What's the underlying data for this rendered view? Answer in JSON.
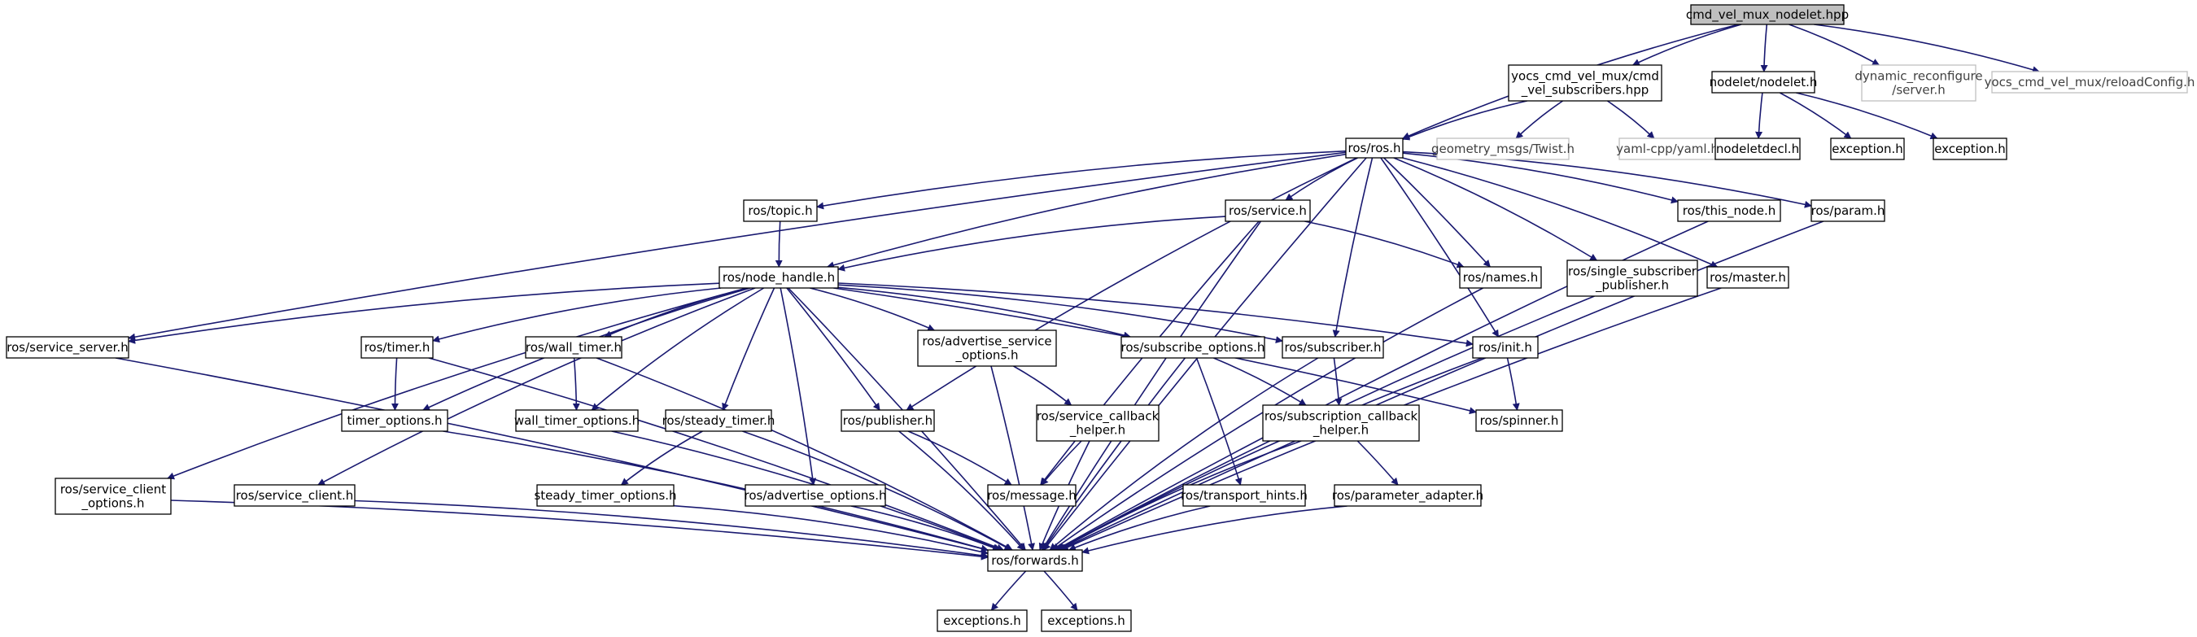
{
  "colors": {
    "edge": "#191970",
    "node_border": "#000000",
    "root_fill": "#bfbfbf",
    "external_border": "#bfbfbf",
    "node_fill": "#ffffff",
    "external_text": "#404040"
  },
  "nodes": [
    {
      "id": "root",
      "lines": [
        "cmd_vel_mux_nodelet.hpp"
      ],
      "style": "root"
    },
    {
      "id": "subs",
      "lines": [
        "yocs_cmd_vel_mux/cmd",
        "_vel_subscribers.hpp"
      ],
      "style": "normal"
    },
    {
      "id": "nodelet",
      "lines": [
        "nodelet/nodelet.h"
      ],
      "style": "normal"
    },
    {
      "id": "dynrec",
      "lines": [
        "dynamic_reconfigure",
        "/server.h"
      ],
      "style": "external"
    },
    {
      "id": "reload",
      "lines": [
        "yocs_cmd_vel_mux/reloadConfig.h"
      ],
      "style": "external"
    },
    {
      "id": "ros",
      "lines": [
        "ros/ros.h"
      ],
      "style": "normal"
    },
    {
      "id": "twist",
      "lines": [
        "geometry_msgs/Twist.h"
      ],
      "style": "external"
    },
    {
      "id": "yaml",
      "lines": [
        "yaml-cpp/yaml.h"
      ],
      "style": "external"
    },
    {
      "id": "decl",
      "lines": [
        "nodeletdecl.h"
      ],
      "style": "normal"
    },
    {
      "id": "exc1",
      "lines": [
        "exception.h"
      ],
      "style": "normal"
    },
    {
      "id": "exc2",
      "lines": [
        "exception.h"
      ],
      "style": "normal"
    },
    {
      "id": "topic",
      "lines": [
        "ros/topic.h"
      ],
      "style": "normal"
    },
    {
      "id": "service",
      "lines": [
        "ros/service.h"
      ],
      "style": "normal"
    },
    {
      "id": "thisnode",
      "lines": [
        "ros/this_node.h"
      ],
      "style": "normal"
    },
    {
      "id": "param",
      "lines": [
        "ros/param.h"
      ],
      "style": "normal"
    },
    {
      "id": "nh",
      "lines": [
        "ros/node_handle.h"
      ],
      "style": "normal"
    },
    {
      "id": "names",
      "lines": [
        "ros/names.h"
      ],
      "style": "normal"
    },
    {
      "id": "ssp",
      "lines": [
        "ros/single_subscriber",
        "_publisher.h"
      ],
      "style": "normal"
    },
    {
      "id": "master",
      "lines": [
        "ros/master.h"
      ],
      "style": "normal"
    },
    {
      "id": "srvserver",
      "lines": [
        "ros/service_server.h"
      ],
      "style": "normal"
    },
    {
      "id": "timer",
      "lines": [
        "ros/timer.h"
      ],
      "style": "normal"
    },
    {
      "id": "walltimer",
      "lines": [
        "ros/wall_timer.h"
      ],
      "style": "normal"
    },
    {
      "id": "advsrv",
      "lines": [
        "ros/advertise_service",
        "_options.h"
      ],
      "style": "normal"
    },
    {
      "id": "subopt",
      "lines": [
        "ros/subscribe_options.h"
      ],
      "style": "normal"
    },
    {
      "id": "subscriber",
      "lines": [
        "ros/subscriber.h"
      ],
      "style": "normal"
    },
    {
      "id": "init",
      "lines": [
        "ros/init.h"
      ],
      "style": "normal"
    },
    {
      "id": "timeropt",
      "lines": [
        "timer_options.h"
      ],
      "style": "normal"
    },
    {
      "id": "walltimeropt",
      "lines": [
        "wall_timer_options.h"
      ],
      "style": "normal"
    },
    {
      "id": "steadytimer",
      "lines": [
        "ros/steady_timer.h"
      ],
      "style": "normal"
    },
    {
      "id": "publisher",
      "lines": [
        "ros/publisher.h"
      ],
      "style": "normal"
    },
    {
      "id": "srvcb",
      "lines": [
        "ros/service_callback",
        "_helper.h"
      ],
      "style": "normal"
    },
    {
      "id": "subcb",
      "lines": [
        "ros/subscription_callback",
        "_helper.h"
      ],
      "style": "normal"
    },
    {
      "id": "spinner",
      "lines": [
        "ros/spinner.h"
      ],
      "style": "normal"
    },
    {
      "id": "scopt",
      "lines": [
        "ros/service_client",
        "_options.h"
      ],
      "style": "normal"
    },
    {
      "id": "srvclient",
      "lines": [
        "ros/service_client.h"
      ],
      "style": "normal"
    },
    {
      "id": "steadyopt",
      "lines": [
        "steady_timer_options.h"
      ],
      "style": "normal"
    },
    {
      "id": "advopt",
      "lines": [
        "ros/advertise_options.h"
      ],
      "style": "normal"
    },
    {
      "id": "message",
      "lines": [
        "ros/message.h"
      ],
      "style": "normal"
    },
    {
      "id": "transport",
      "lines": [
        "ros/transport_hints.h"
      ],
      "style": "normal"
    },
    {
      "id": "paramadapter",
      "lines": [
        "ros/parameter_adapter.h"
      ],
      "style": "normal"
    },
    {
      "id": "forwards",
      "lines": [
        "ros/forwards.h"
      ],
      "style": "normal"
    },
    {
      "id": "exceptions1",
      "lines": [
        "exceptions.h"
      ],
      "style": "normal"
    },
    {
      "id": "exceptions2",
      "lines": [
        "exceptions.h"
      ],
      "style": "normal"
    }
  ],
  "edges": [
    [
      "root",
      "ros"
    ],
    [
      "root",
      "subs"
    ],
    [
      "root",
      "nodelet"
    ],
    [
      "root",
      "dynrec"
    ],
    [
      "root",
      "reload"
    ],
    [
      "subs",
      "ros"
    ],
    [
      "subs",
      "twist"
    ],
    [
      "subs",
      "yaml"
    ],
    [
      "nodelet",
      "decl"
    ],
    [
      "nodelet",
      "exc1"
    ],
    [
      "nodelet",
      "exc2"
    ],
    [
      "ros",
      "topic"
    ],
    [
      "ros",
      "nh"
    ],
    [
      "ros",
      "service"
    ],
    [
      "ros",
      "thisnode"
    ],
    [
      "ros",
      "param"
    ],
    [
      "ros",
      "names"
    ],
    [
      "ros",
      "ssp"
    ],
    [
      "ros",
      "master"
    ],
    [
      "ros",
      "srvserver"
    ],
    [
      "ros",
      "subscriber"
    ],
    [
      "ros",
      "init"
    ],
    [
      "ros",
      "publisher"
    ],
    [
      "ros",
      "forwards"
    ],
    [
      "topic",
      "nh"
    ],
    [
      "service",
      "nh"
    ],
    [
      "service",
      "names"
    ],
    [
      "service",
      "message"
    ],
    [
      "service",
      "forwards"
    ],
    [
      "nh",
      "srvserver"
    ],
    [
      "nh",
      "timer"
    ],
    [
      "nh",
      "walltimer"
    ],
    [
      "nh",
      "advsrv"
    ],
    [
      "nh",
      "subopt"
    ],
    [
      "nh",
      "subscriber"
    ],
    [
      "nh",
      "init"
    ],
    [
      "nh",
      "timeropt"
    ],
    [
      "nh",
      "walltimeropt"
    ],
    [
      "nh",
      "steadytimer"
    ],
    [
      "nh",
      "publisher"
    ],
    [
      "nh",
      "scopt"
    ],
    [
      "nh",
      "srvclient"
    ],
    [
      "nh",
      "advopt"
    ],
    [
      "nh",
      "spinner"
    ],
    [
      "nh",
      "forwards"
    ],
    [
      "srvserver",
      "forwards"
    ],
    [
      "timer",
      "timeropt"
    ],
    [
      "timer",
      "forwards"
    ],
    [
      "walltimer",
      "walltimeropt"
    ],
    [
      "walltimer",
      "forwards"
    ],
    [
      "advsrv",
      "srvcb"
    ],
    [
      "advsrv",
      "forwards"
    ],
    [
      "subopt",
      "subcb"
    ],
    [
      "subopt",
      "transport"
    ],
    [
      "subopt",
      "forwards"
    ],
    [
      "subscriber",
      "subcb"
    ],
    [
      "subscriber",
      "forwards"
    ],
    [
      "init",
      "spinner"
    ],
    [
      "init",
      "forwards"
    ],
    [
      "timeropt",
      "forwards"
    ],
    [
      "walltimeropt",
      "forwards"
    ],
    [
      "steadytimer",
      "steadyopt"
    ],
    [
      "steadytimer",
      "forwards"
    ],
    [
      "publisher",
      "message"
    ],
    [
      "publisher",
      "forwards"
    ],
    [
      "srvcb",
      "message"
    ],
    [
      "srvcb",
      "forwards"
    ],
    [
      "subcb",
      "paramadapter"
    ],
    [
      "subcb",
      "forwards"
    ],
    [
      "scopt",
      "forwards"
    ],
    [
      "srvclient",
      "forwards"
    ],
    [
      "steadyopt",
      "forwards"
    ],
    [
      "advopt",
      "forwards"
    ],
    [
      "transport",
      "forwards"
    ],
    [
      "paramadapter",
      "forwards"
    ],
    [
      "names",
      "forwards"
    ],
    [
      "ssp",
      "forwards"
    ],
    [
      "master",
      "forwards"
    ],
    [
      "thisnode",
      "forwards"
    ],
    [
      "param",
      "forwards"
    ],
    [
      "forwards",
      "exceptions1"
    ],
    [
      "forwards",
      "exceptions2"
    ]
  ]
}
